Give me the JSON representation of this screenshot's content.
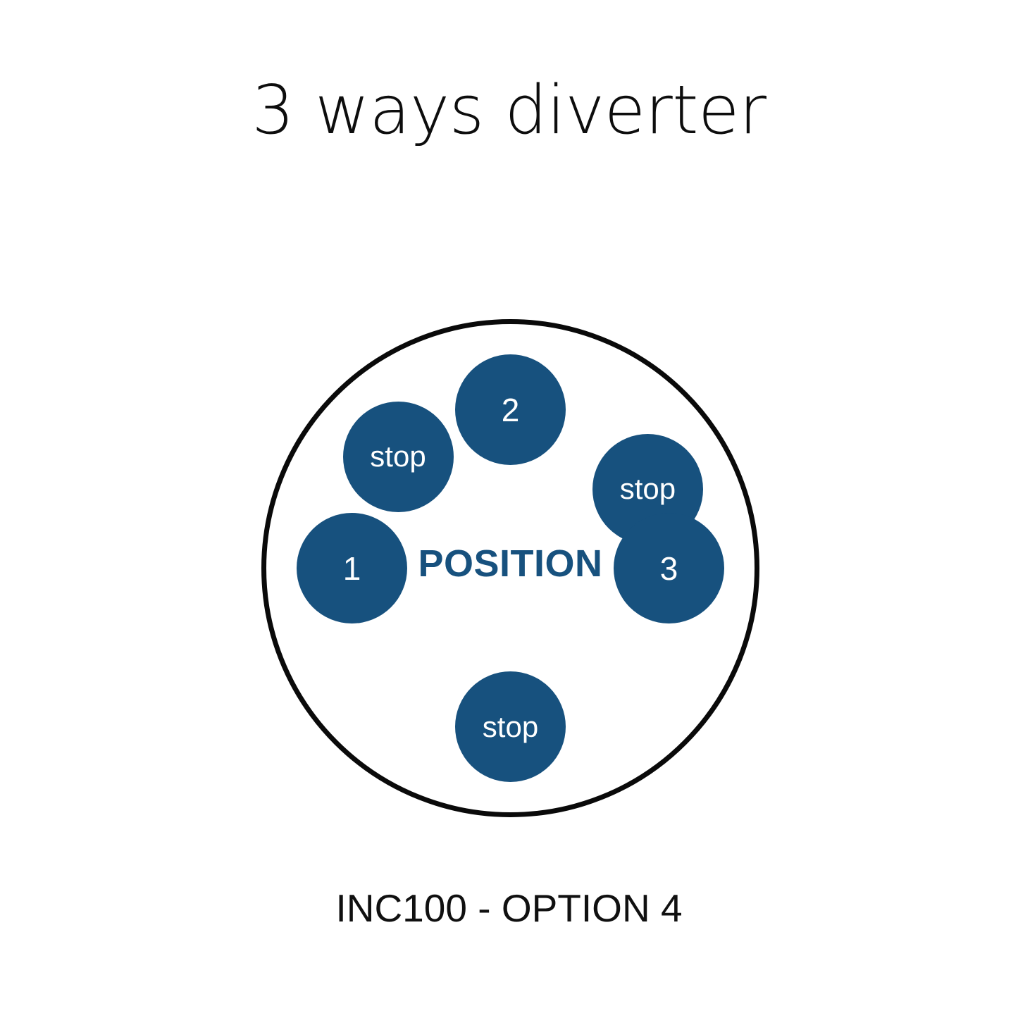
{
  "page": {
    "title": "3 ways diverter",
    "caption": "INC100 - OPTION 4",
    "background_color": "#ffffff"
  },
  "dial": {
    "center_label": "POSITION",
    "accent_color": "#17517e",
    "ring_color": "#0a0a0a",
    "node_text_color": "#ffffff",
    "nodes": [
      {
        "slot": "top",
        "label": "2",
        "kind": "position",
        "angle_deg": 0
      },
      {
        "slot": "upper-right",
        "label": "stop",
        "kind": "stop",
        "angle_deg": 60
      },
      {
        "slot": "right",
        "label": "3",
        "kind": "position",
        "angle_deg": 120
      },
      {
        "slot": "bottom",
        "label": "stop",
        "kind": "stop",
        "angle_deg": 180
      },
      {
        "slot": "left",
        "label": "1",
        "kind": "position",
        "angle_deg": 240
      },
      {
        "slot": "upper-left",
        "label": "stop",
        "kind": "stop",
        "angle_deg": 300
      }
    ]
  }
}
